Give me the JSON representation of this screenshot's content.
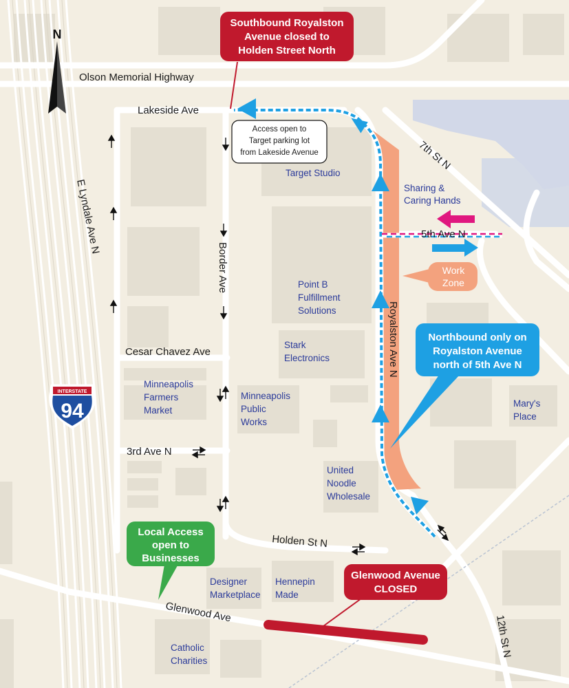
{
  "north_label": "N",
  "streets": {
    "olson": "Olson Memorial Highway",
    "lakeside": "Lakeside Ave",
    "e_lyndale": "E Lyndale Ave N",
    "border": "Border Ave",
    "cesar_chavez": "Cesar Chavez Ave",
    "third_ave": "3rd Ave N",
    "holden": "Holden St N",
    "glenwood": "Glenwood Ave",
    "royalston": "Royalston Ave N",
    "seventh": "7th St N",
    "fifth": "5th Ave N",
    "twelfth": "12th St N"
  },
  "places": {
    "target_studio": "Target Studio",
    "sharing_caring": [
      "Sharing &",
      "Caring Hands"
    ],
    "point_b": [
      "Point B",
      "Fulfillment",
      "Solutions"
    ],
    "stark": [
      "Stark",
      "Electronics"
    ],
    "farmers_market": [
      "Minneapolis",
      "Farmers",
      "Market"
    ],
    "public_works": [
      "Minneapolis",
      "Public",
      "Works"
    ],
    "marys_place": [
      "Mary's",
      "Place"
    ],
    "united_noodle": [
      "United",
      "Noodle",
      "Wholesale"
    ],
    "designer_marketplace": [
      "Designer",
      "Marketplace"
    ],
    "hennepin_made": [
      "Hennepin",
      "Made"
    ],
    "catholic_charities": [
      "Catholic",
      "Charities"
    ]
  },
  "shield": {
    "top": "INTERSTATE",
    "number": "94"
  },
  "callouts": {
    "southbound": [
      "Southbound Royalston",
      "Avenue closed to",
      "Holden Street North"
    ],
    "access_target": [
      "Access open to",
      "Target parking lot",
      "from Lakeside Avenue"
    ],
    "work_zone": [
      "Work",
      "Zone"
    ],
    "northbound": [
      "Northbound only on",
      "Royalston Avenue",
      "north of 5th Ave N"
    ],
    "local_access": [
      "Local Access",
      "open to",
      "Businesses"
    ],
    "glenwood_closed": [
      "Glenwood Avenue",
      "CLOSED"
    ]
  },
  "colors": {
    "background": "#f3eee2",
    "block": "#e4dfd2",
    "road": "#ffffff",
    "water": "#d2d8e8",
    "work_zone": "#f3a27e",
    "detour_blue": "#1ea0e3",
    "closed_red": "#c0192d",
    "local_green": "#3aa94a",
    "magenta": "#e0177f",
    "interstate_blue": "#1e4ea0"
  }
}
